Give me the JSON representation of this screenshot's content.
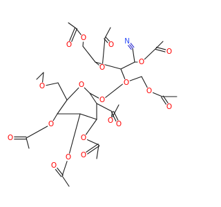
{
  "molecule": {
    "atom_colors": {
      "O": "#ff0000",
      "N": "#3050f8",
      "C": "#1a1a1a"
    },
    "atoms": [
      {
        "id": "o1",
        "label": "O"
      },
      {
        "id": "o2",
        "label": "O"
      },
      {
        "id": "o3",
        "label": "O"
      },
      {
        "id": "o4",
        "label": "O"
      },
      {
        "id": "o5",
        "label": "O"
      },
      {
        "id": "o6",
        "label": "O"
      },
      {
        "id": "o7",
        "label": "O"
      },
      {
        "id": "o8",
        "label": "O"
      },
      {
        "id": "o9",
        "label": "O"
      },
      {
        "id": "o10",
        "label": "O"
      },
      {
        "id": "o11",
        "label": "O"
      },
      {
        "id": "o12",
        "label": "O"
      },
      {
        "id": "o13",
        "label": "O"
      },
      {
        "id": "o14",
        "label": "O"
      },
      {
        "id": "o15",
        "label": "O"
      },
      {
        "id": "o16",
        "label": "O"
      },
      {
        "id": "o17",
        "label": "O"
      },
      {
        "id": "o18",
        "label": "O"
      },
      {
        "id": "o19",
        "label": "O"
      },
      {
        "id": "o20",
        "label": "O"
      },
      {
        "id": "n1",
        "label": "N"
      }
    ]
  }
}
